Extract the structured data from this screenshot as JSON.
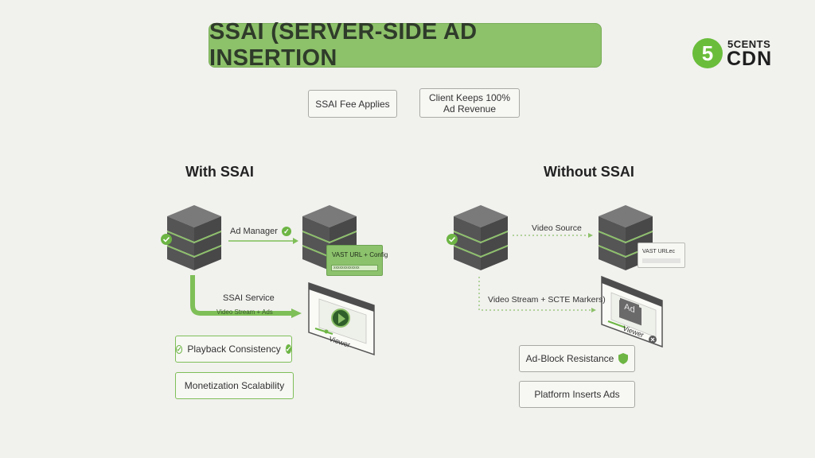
{
  "title": "SSAI (SERVER-SIDE AD INSERTION",
  "logo": {
    "mark": "5",
    "top": "5CENTS",
    "bottom": "CDN"
  },
  "chips": {
    "fee": "SSAI Fee Applies",
    "revenue": "Client Keeps 100%\nAd Revenue"
  },
  "with": {
    "heading": "With SSAI",
    "ad_manager": "Ad Manager",
    "vast_card": "VAST URL + Config",
    "vast_bar": "xxxxxxxxxxxxx",
    "ssai_service": "SSAI Service",
    "arrow_label": "Video Stream + Ads",
    "viewer": "Viewer",
    "features": [
      "Playback Consistency",
      "Monetization Scalability"
    ]
  },
  "without": {
    "heading": "Without SSAI",
    "video_source": "Video Source",
    "vast_card": "VAST URLec",
    "stream_label": "Video Stream + SCTE Markers)",
    "ad_badge": "Ad",
    "viewer": "Viewer",
    "features": [
      "Ad-Block Resistance",
      "Platform Inserts Ads"
    ]
  },
  "colors": {
    "accent": "#8dc16a",
    "green_check": "#6db544",
    "server": "#5c5c5c"
  }
}
